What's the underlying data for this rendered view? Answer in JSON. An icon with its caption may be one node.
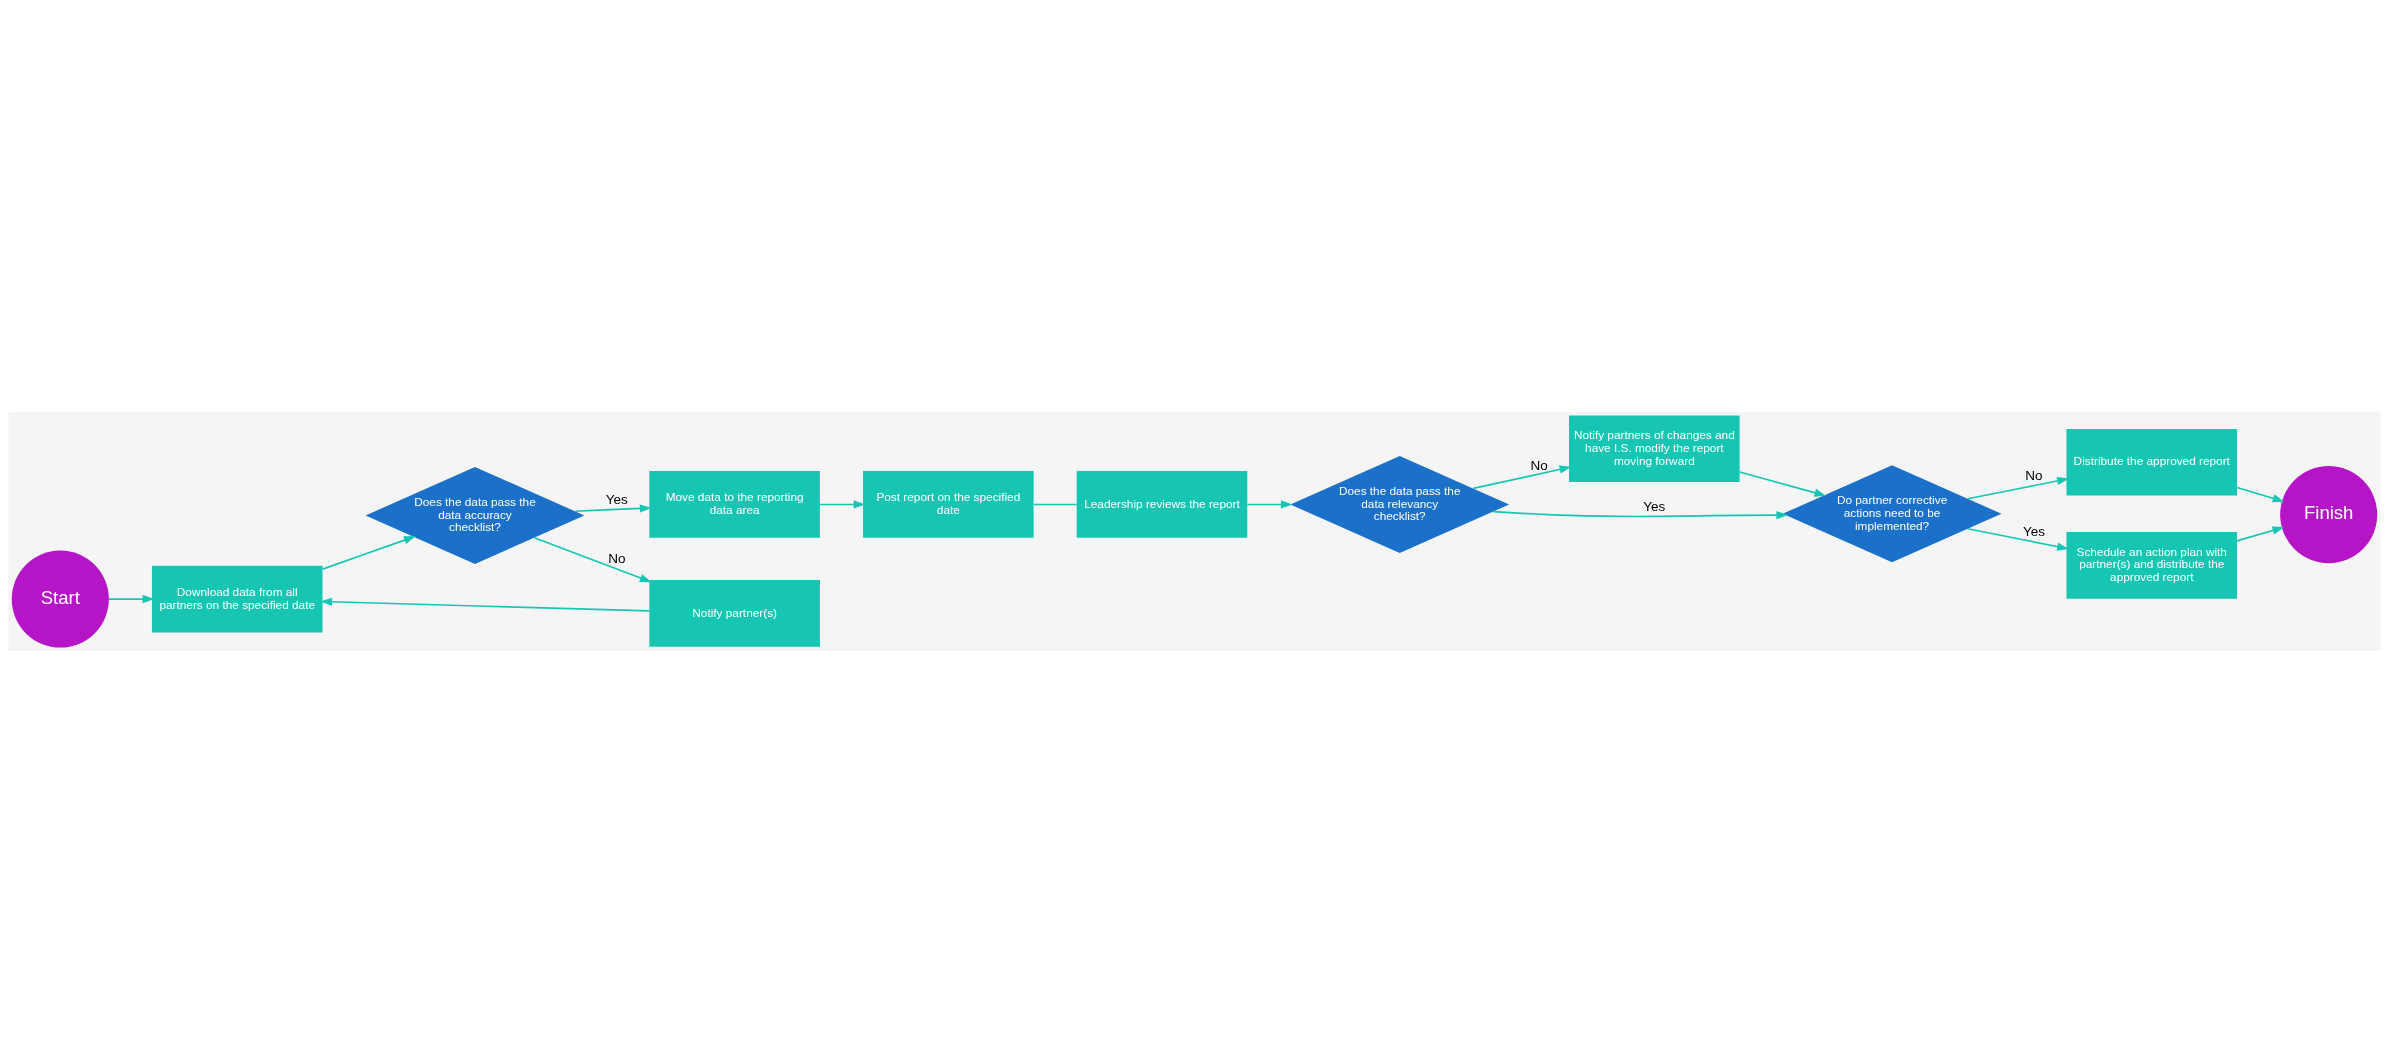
{
  "diagram": {
    "nodes": [
      {
        "text": [
          "Start"
        ]
      },
      {
        "text": [
          "Download data from all partners on the specified date"
        ]
      },
      {
        "text": [
          "Does the data pass the data accuracy checklist?"
        ]
      },
      {
        "text": [
          "Notify partner(s)"
        ]
      },
      {
        "text": [
          "Move data to the reporting data area"
        ]
      },
      {
        "text": [
          "Post report on the specified date"
        ]
      },
      {
        "text": [
          "Leadership reviews the report"
        ]
      },
      {
        "text": [
          "Does the data pass the data relevancy checklist?"
        ]
      },
      {
        "text": [
          "Notify partners of changes and have I.S. modify the report moving forward"
        ]
      },
      {
        "text": [
          "Do partner corrective actions need to be implemented?"
        ]
      },
      {
        "text": [
          "Distribute the approved report"
        ]
      },
      {
        "text": [
          "Schedule an action plan with partner(s) and distribute the approved report"
        ]
      },
      {
        "text": [
          "Finish"
        ]
      }
    ],
    "edges": [
      {
        "from": 0,
        "to": 1,
        "arrow": "to"
      },
      {
        "from": 1,
        "to": 2,
        "arrow": "to"
      },
      {
        "from": 2,
        "to": 4,
        "arrow": "to",
        "label": "Yes"
      },
      {
        "from": 2,
        "to": 3,
        "arrow": "to",
        "label": "No"
      },
      {
        "from": 3,
        "to": 1,
        "arrow": "to"
      },
      {
        "from": 4,
        "to": 5,
        "arrow": "to"
      },
      {
        "from": 5,
        "to": 6,
        "arrow": "none"
      },
      {
        "from": 6,
        "to": 7,
        "arrow": "to"
      },
      {
        "from": 7,
        "to": 8,
        "arrow": "to",
        "label": "No"
      },
      {
        "from": 8,
        "to": 9,
        "arrow": "to"
      },
      {
        "from": 7,
        "to": 9,
        "arrow": "to",
        "label": "Yes"
      },
      {
        "from": 9,
        "to": 10,
        "arrow": "to",
        "label": "No"
      },
      {
        "from": 9,
        "to": 11,
        "arrow": "to",
        "label": "Yes"
      },
      {
        "from": 10,
        "to": 12,
        "arrow": "to"
      },
      {
        "from": 11,
        "to": 12,
        "arrow": "to"
      }
    ]
  }
}
